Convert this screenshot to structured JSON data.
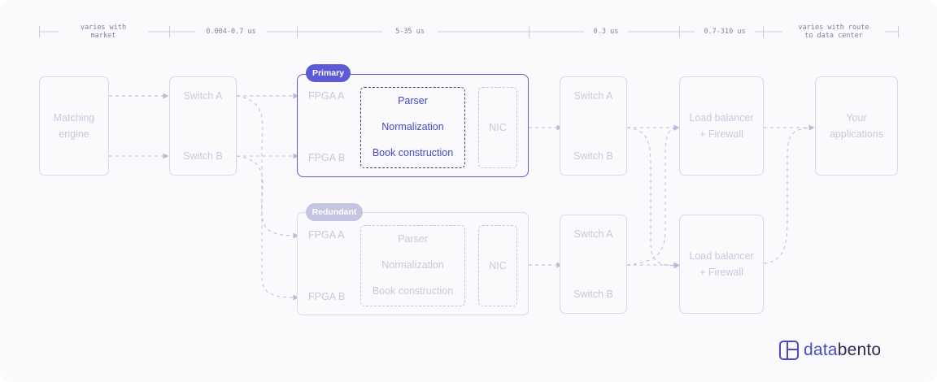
{
  "latency": {
    "seg1": "varies with\nmarket",
    "seg2": "0.004-0.7 us",
    "seg3": "5-35 us",
    "seg4": "0.3 us",
    "seg5": "0.7-310 us",
    "seg6": "varies with route\nto data center"
  },
  "matching_engine": {
    "label": "Matching\nengine"
  },
  "switches_in": {
    "a": "Switch A",
    "b": "Switch B"
  },
  "primary": {
    "badge": "Primary",
    "fpga_a": "FPGA A",
    "fpga_b": "FPGA B",
    "parser": "Parser",
    "normalization": "Normalization",
    "book": "Book construction",
    "nic": "NIC"
  },
  "redundant": {
    "badge": "Redundant",
    "fpga_a": "FPGA A",
    "fpga_b": "FPGA B",
    "parser": "Parser",
    "normalization": "Normalization",
    "book": "Book construction",
    "nic": "NIC"
  },
  "switches_out_top": {
    "a": "Switch A",
    "b": "Switch B"
  },
  "switches_out_bottom": {
    "a": "Switch A",
    "b": "Switch B"
  },
  "lb_top": {
    "label": "Load balancer\n+ Firewall"
  },
  "lb_bottom": {
    "label": "Load balancer\n+ Firewall"
  },
  "apps": {
    "label": "Your\napplications"
  },
  "logo": {
    "part1": "data",
    "part2": "bento"
  },
  "colors": {
    "accent": "#5b5bd6",
    "muted_border": "#d7d9ec",
    "muted_text": "#c6c8de",
    "connector": "#b9bbd8",
    "redundant_badge": "#c4c5e0"
  }
}
